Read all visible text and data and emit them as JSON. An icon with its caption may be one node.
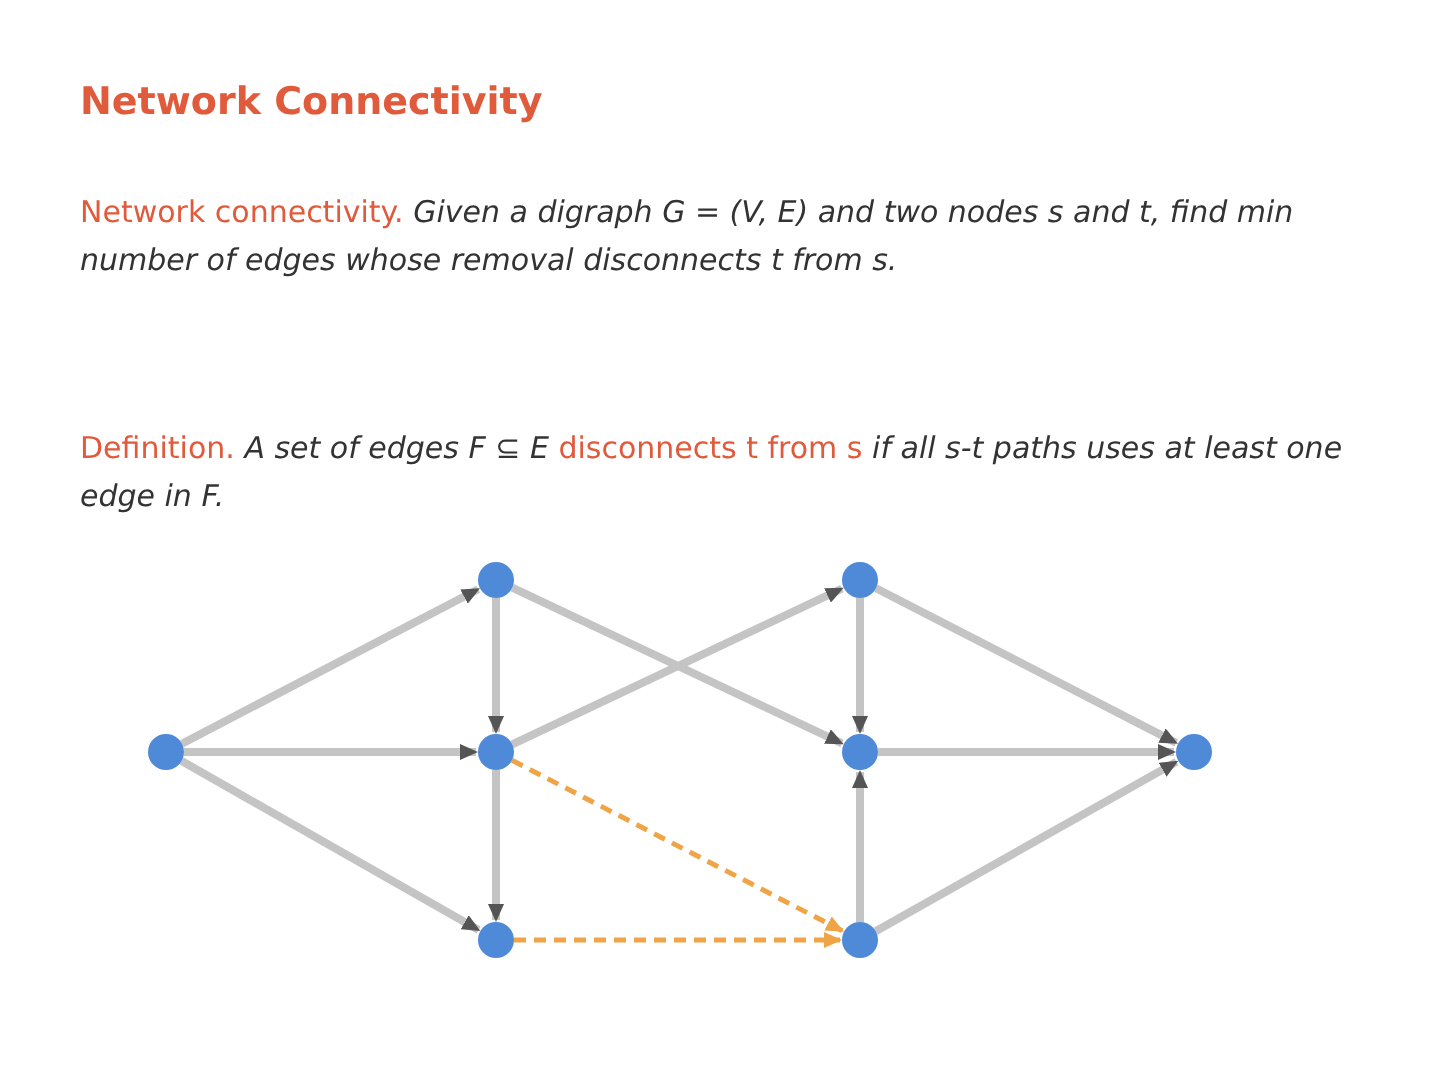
{
  "diagram": {
    "title": "Network Connectivity",
    "nodes": [
      {
        "text": [],
        "shape": "circle"
      },
      {
        "text": [],
        "shape": "circle"
      },
      {
        "text": [],
        "shape": "circle"
      },
      {
        "text": [],
        "shape": "circle"
      },
      {
        "text": [],
        "shape": "circle"
      },
      {
        "text": [],
        "shape": "circle"
      },
      {
        "text": [],
        "shape": "circle"
      },
      {
        "text": [],
        "shape": "circle"
      }
    ],
    "edges": [
      {
        "from": 0,
        "to": 1,
        "arrow": "to"
      },
      {
        "from": 0,
        "to": 2,
        "arrow": "to"
      },
      {
        "from": 0,
        "to": 3,
        "arrow": "to"
      },
      {
        "from": 1,
        "to": 2,
        "arrow": "to"
      },
      {
        "from": 1,
        "to": 5,
        "arrow": "to"
      },
      {
        "from": 2,
        "to": 4,
        "arrow": "to"
      },
      {
        "from": 2,
        "to": 3,
        "arrow": "to"
      },
      {
        "from": 4,
        "to": 5,
        "arrow": "to"
      },
      {
        "from": 4,
        "to": 7,
        "arrow": "to"
      },
      {
        "from": 5,
        "to": 7,
        "arrow": "to"
      },
      {
        "from": 6,
        "to": 5,
        "arrow": "to"
      },
      {
        "from": 6,
        "to": 7,
        "arrow": "to"
      },
      {
        "from": 2,
        "to": 6,
        "arrow": "to",
        "style": "dashed",
        "color": "#f0a448"
      },
      {
        "from": 3,
        "to": 6,
        "arrow": "to",
        "style": "dashed",
        "color": "#f0a448"
      }
    ],
    "labels": [
      "Network connectivity.",
      "Given a digraph G = (V, E) and two nodes s and t, find min number of edges whose removal disconnects t from s.",
      "Definition.",
      "A set of edges F ⊆ E",
      "disconnects t from s",
      "if all s-t paths uses at least one edge in F."
    ]
  }
}
